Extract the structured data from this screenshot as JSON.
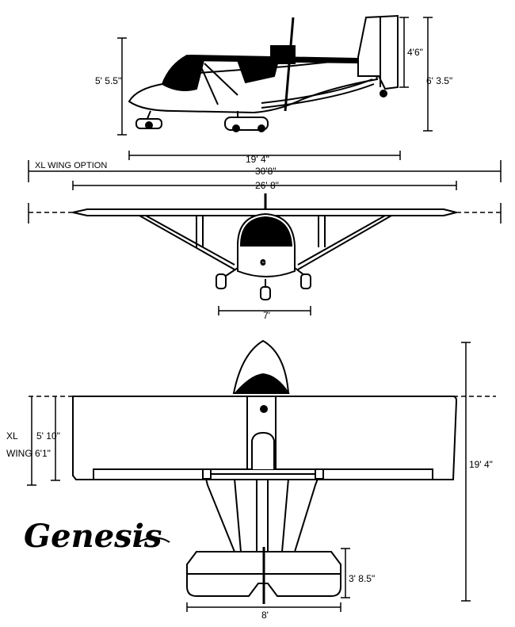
{
  "logo": {
    "text": "Genesis"
  },
  "side_view": {
    "height_overall": "5' 5.5\"",
    "tail_height": "4'6\"",
    "tail_total": "6' 3.5\"",
    "length": "19' 4\""
  },
  "front_view": {
    "xl_wing_option": "XL WING OPTION",
    "xl_span": "30'8\"",
    "span": "26' 8\"",
    "gear_track": "7'"
  },
  "top_view": {
    "chord": "5' 10\"",
    "xl_label_line1": "XL",
    "xl_label_line2": "WING 6'1\"",
    "length": "19' 4\"",
    "tail_chord": "3' 8.5\"",
    "tail_span": "8'"
  },
  "colors": {
    "ink": "#000000",
    "paper": "#ffffff"
  }
}
